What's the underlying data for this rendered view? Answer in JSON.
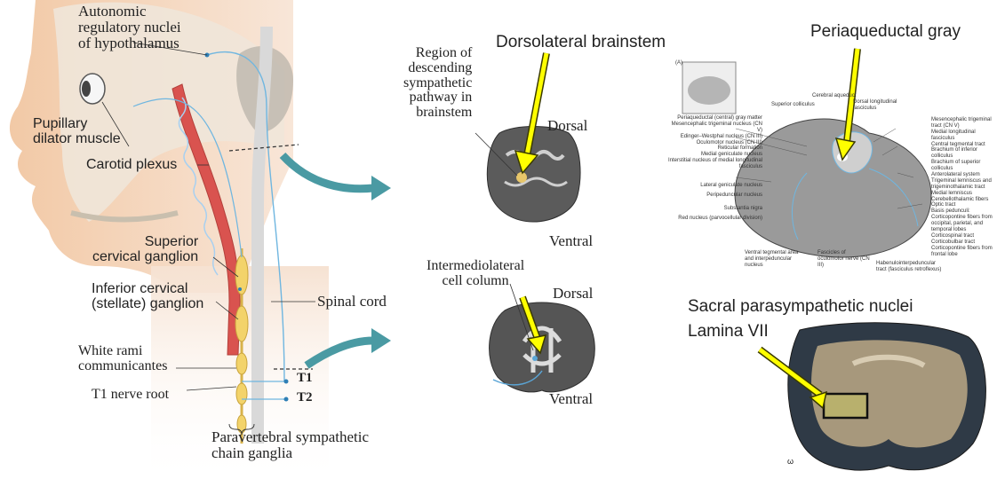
{
  "anatomy": {
    "labels": {
      "autonomic": "Autonomic\nregulatory nuclei\nof hypothalamus",
      "pupillary": "Pupillary\ndilator muscle",
      "carotid": "Carotid plexus",
      "superior": "Superior\ncervical ganglion",
      "inferior": "Inferior cervical\n(stellate) ganglion",
      "spinal": "Spinal cord",
      "white_rami": "White rami\ncommunicantes",
      "t1_root": "T1 nerve root",
      "t1": "T1",
      "t2": "T2",
      "paravertebral": "Paravertebral sympathetic\nchain ganglia"
    }
  },
  "brainstem": {
    "region_label": "Region of\ndescending\nsympathetic\npathway in\nbrainstem",
    "dorsal": "Dorsal",
    "ventral": "Ventral",
    "callout": "Dorsolateral brainstem"
  },
  "spinal_section": {
    "iml_label": "Intermediolateral\ncell column",
    "dorsal": "Dorsal",
    "ventral": "Ventral"
  },
  "midbrain": {
    "callout": "Periaqueductal gray",
    "panel_letter": "(A)",
    "top_labels": [
      "Cerebral aqueduct",
      "Superior colliculus",
      "Dorsal longitudinal fasciculus"
    ],
    "left_labels": [
      "Periaqueductal (central) gray matter",
      "Mesencephalic trigeminal nucleus (CN V)",
      "Edinger–Westphal nucleus (CN III)",
      "Oculomotor nucleus (CN III)",
      "Reticular formation",
      "Medial geniculate nucleus",
      "Interstitial nucleus of medial longitudinal fasciculus",
      "Lateral geniculate nucleus",
      "Peripeduncular nucleus",
      "Substantia nigra",
      "Red nucleus (parvocellular division)"
    ],
    "bottom_labels": [
      "Ventral tegmental area and interpeduncular nucleus",
      "Fascicles of oculomotor nerve (CN III)",
      "Habenulointerpeduncular tract (fasciculus retroflexus)"
    ],
    "right_labels": [
      "Mesencephalic trigeminal tract (CN V)",
      "Medial longitudinal fasciculus",
      "Central tegmental tract",
      "Brachium of inferior colliculus",
      "Brachium of superior colliculus",
      "Anterolateral system",
      "Trigeminal lemniscus and trigeminothalamic tract",
      "Medial lemniscus",
      "Cerebellothalamic fibers",
      "Optic tract",
      "Basis pedunculi: Corticopontine fibers from occipital, parietal, and temporal lobes",
      "Corticospinal tract",
      "Corticobulbar tract",
      "Corticopontine fibers from frontal lobe"
    ]
  },
  "sacral": {
    "callout_line1": "Sacral parasympathetic nuclei",
    "callout_line2": "Lamina VII",
    "corner_mark": "ω"
  },
  "colors": {
    "arrow_fill": "#ffff00",
    "arrow_stroke": "#3a3a00",
    "teal_arrow": "#4a9aa3",
    "nerve_blue": "#6fb6e0",
    "artery_red": "#d9534f",
    "ganglion_yellow": "#f3d36a"
  }
}
